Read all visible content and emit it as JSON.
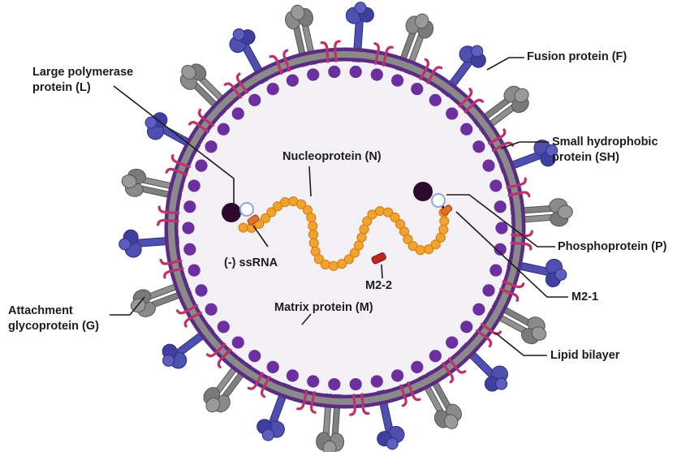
{
  "labels": {
    "large_polymerase": [
      "Large polymerase",
      "protein (L)"
    ],
    "fusion_protein": "Fusion protein (F)",
    "small_hydrophobic": [
      "Small hydrophobic",
      "protein (SH)"
    ],
    "nucleoprotein": "Nucleoprotein (N)",
    "phosphoprotein": "Phosphoprotein (P)",
    "ssrna": "(-) ssRNA",
    "m2_2": "M2-2",
    "m2_1": "M2-1",
    "attachment": [
      "Attachment",
      "glycoprotein (G)"
    ],
    "matrix": "Matrix protein (M)",
    "lipid_bilayer": "Lipid bilayer"
  },
  "colors": {
    "envelope": "#5a2d82",
    "bilayer_core": "#8a8a8a",
    "matrix": "#6b2fa0",
    "interior": "#f4f1f6",
    "g_protein": "#4f4fb0",
    "f_protein": "#808080",
    "sh_protein": "#c0306a",
    "nucleocapsid": "#f2a22e",
    "polymerase": "#2b0a2e",
    "m2_1": "#e0702a",
    "m2_2": "#c0281f",
    "leader_line": "#1c1c1c"
  }
}
